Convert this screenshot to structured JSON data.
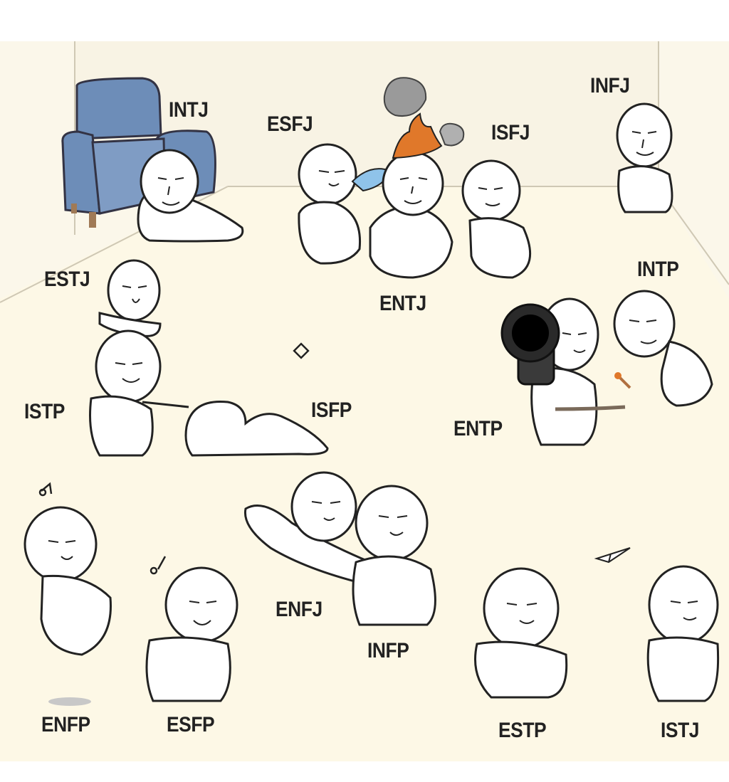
{
  "labels": {
    "intj": "INTJ",
    "esfj": "ESFJ",
    "isfj": "ISFJ",
    "infj": "INFJ",
    "estj": "ESTJ",
    "entj": "ENTJ",
    "intp": "INTP",
    "istp": "ISTP",
    "isfp": "ISFP",
    "entp": "ENTP",
    "enfj": "ENFJ",
    "infp": "INFP",
    "enfp": "ENFP",
    "esfp": "ESFP",
    "estp": "ESTP",
    "istj": "ISTJ"
  },
  "colors": {
    "background_outer": "#ffffff",
    "wall": "#fbf7ea",
    "floor": "#fdf8e6",
    "armchair": "#6d8db8",
    "fire": "#e0782a",
    "smoke": "#9a9a9a",
    "launcher": "#3a3a3a",
    "outline": "#222222"
  },
  "icons": {
    "armchair": "armchair-icon",
    "fire": "fire-icon",
    "smoke": "smoke-icon",
    "fan": "hand-fan-icon",
    "launcher": "rocket-launcher-icon",
    "match": "lit-match-icon",
    "paper_plane": "paper-plane-icon",
    "music_note": "music-note-icon",
    "diamond": "diamond-icon",
    "shadow": "shadow-icon"
  }
}
